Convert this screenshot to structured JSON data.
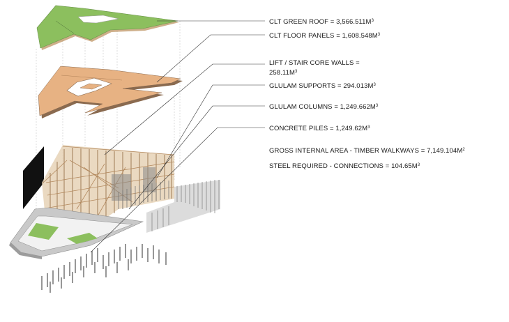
{
  "labels": {
    "green_roof": {
      "text": "CLT GREEN ROOF = 3,566.511M",
      "sup": "3"
    },
    "floor_panels": {
      "text": "CLT FLOOR PANELS = 1,608.548M",
      "sup": "3"
    },
    "core_walls_line1": {
      "text": "LIFT / STAIR CORE WALLS =",
      "sup": ""
    },
    "core_walls_line2": {
      "text": "258.11M",
      "sup": "3"
    },
    "glulam_supports": {
      "text": "GLULAM SUPPORTS = 294.013M",
      "sup": "3"
    },
    "glulam_columns": {
      "text": "GLULAM COLUMNS = 1,249.662M",
      "sup": "3"
    },
    "concrete_piles": {
      "text": "CONCRETE PILES = 1,249.62M",
      "sup": "3"
    },
    "gross_area": {
      "text": "GROSS INTERNAL AREA - TIMBER WALKWAYS = 7,149.104M",
      "sup": "2"
    },
    "steel": {
      "text": "STEEL REQUIRED - CONNECTIONS = 104.65M",
      "sup": "3"
    }
  },
  "colors": {
    "roof_green": "#8cbf5e",
    "roof_edge": "#b98d59",
    "clt_floor": "#e7b283",
    "clt_edge": "#8a6a4f",
    "glulam": "#c9a27a",
    "screen": "#6f6f6f",
    "base": "#b9b9b9",
    "leader": "#333333"
  }
}
